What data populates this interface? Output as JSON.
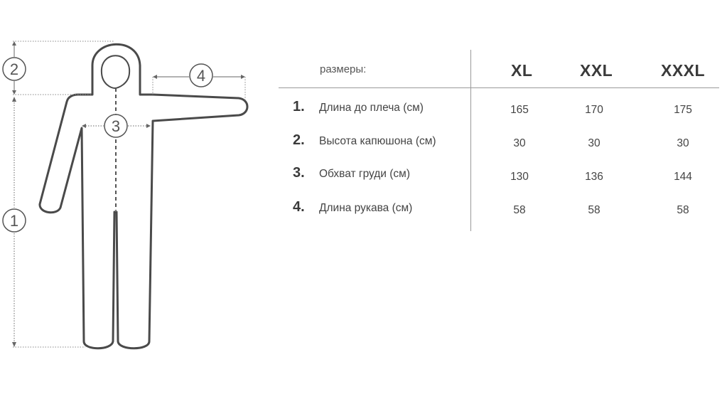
{
  "diagram": {
    "markers": [
      "1",
      "2",
      "3",
      "4"
    ]
  },
  "table": {
    "header_label": "размеры:",
    "sizes": [
      "XL",
      "XXL",
      "XXXL"
    ],
    "rows": [
      {
        "num": "1.",
        "label": "Длина до плеча (см)",
        "values": [
          "165",
          "170",
          "175"
        ]
      },
      {
        "num": "2.",
        "label": "Высота капюшона (см)",
        "values": [
          "30",
          "30",
          "30"
        ]
      },
      {
        "num": "3.",
        "label": "Обхват груди (см)",
        "values": [
          "130",
          "136",
          "144"
        ]
      },
      {
        "num": "4.",
        "label": "Длина рукава (см)",
        "values": [
          "58",
          "58",
          "58"
        ]
      }
    ]
  },
  "colors": {
    "outline": "#4a4a4a",
    "dotted": "#8a8a8a",
    "text": "#3a3a3a"
  }
}
